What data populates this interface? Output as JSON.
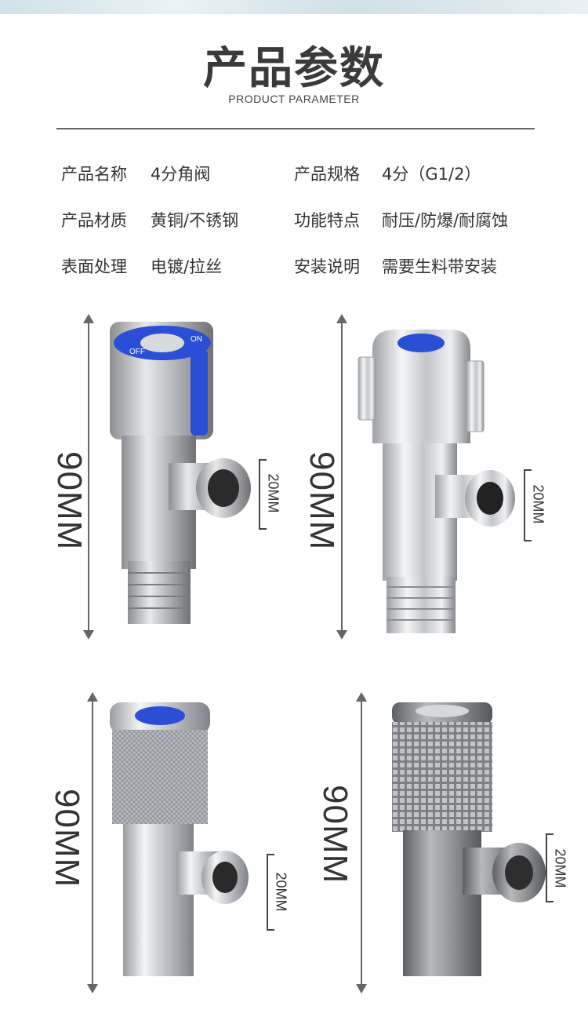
{
  "header": {
    "title": "产品参数",
    "subtitle": "PRODUCT PARAMETER"
  },
  "params": [
    {
      "label": "产品名称",
      "value": "4分角阀"
    },
    {
      "label": "产品规格",
      "value": "4分（G1/2）"
    },
    {
      "label": "产品材质",
      "value": "黄铜/不锈钢"
    },
    {
      "label": "功能特点",
      "value": "耐压/防爆/耐腐蚀"
    },
    {
      "label": "表面处理",
      "value": "电镀/拉丝"
    },
    {
      "label": "安装说明",
      "value": "需要生料带安装"
    }
  ],
  "products": [
    {
      "height_label": "90MM",
      "outlet_label": "20MM",
      "handle_text_on": "ON",
      "handle_text_off": "OFF"
    },
    {
      "height_label": "90MM",
      "outlet_label": "20MM"
    },
    {
      "height_label": "90MM",
      "outlet_label": "20MM"
    },
    {
      "height_label": "90MM",
      "outlet_label": "20MM"
    }
  ],
  "colors": {
    "accent_blue": "#2a4fd6",
    "chrome": "#c9ccd0",
    "dark_steel": "#7d7f82"
  }
}
